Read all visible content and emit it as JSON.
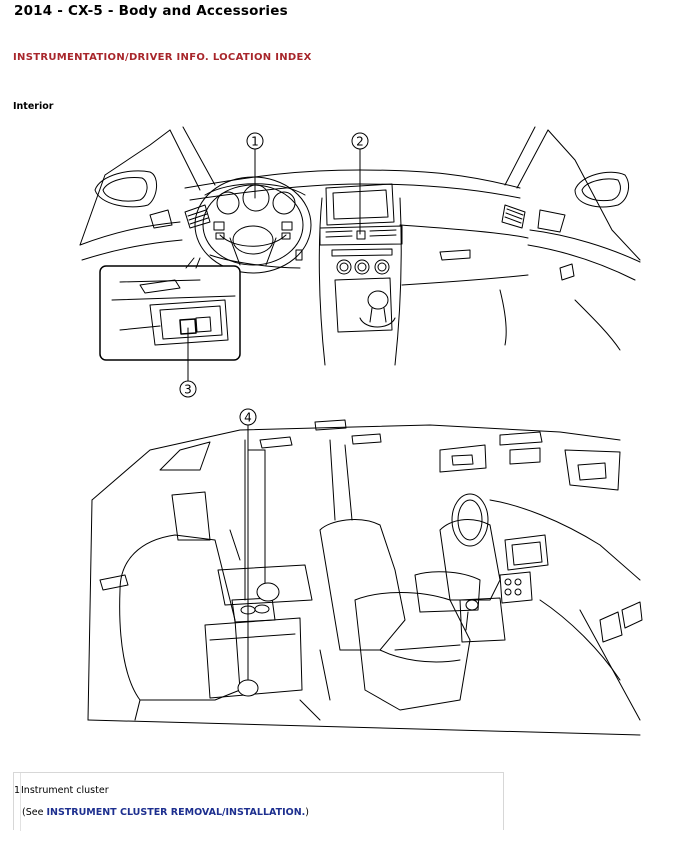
{
  "document": {
    "title": "2014 - CX-5 - Body and Accessories",
    "section_title": "INSTRUMENTATION/DRIVER INFO. LOCATION INDEX",
    "sub_title": "Interior"
  },
  "callouts": {
    "c1": "1",
    "c2": "2",
    "c3": "3",
    "c4": "4"
  },
  "table": {
    "rows": [
      {
        "number": "1",
        "name": "Instrument cluster",
        "see_prefix": "(See ",
        "link": "INSTRUMENT CLUSTER REMOVAL/INSTALLATION.",
        "see_suffix": ")"
      }
    ]
  }
}
